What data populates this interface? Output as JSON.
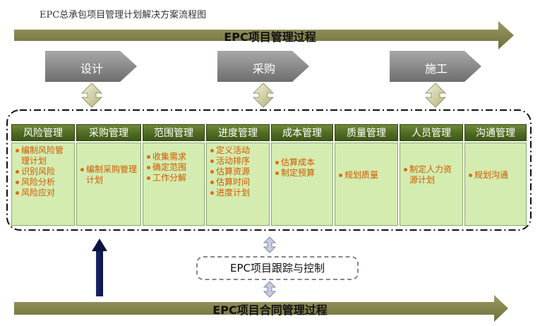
{
  "title": "EPC总承包项目管理计划解决方案流程图",
  "top_bar": "EPC项目管理过程",
  "phases": [
    "设计",
    "采购",
    "施工"
  ],
  "columns": [
    {
      "head": "风险管理",
      "items": [
        "编制风险管理计划",
        "识别风险",
        "风险分析",
        "风险应对"
      ]
    },
    {
      "head": "采购管理",
      "items": [
        "编制采购管理计划"
      ]
    },
    {
      "head": "范围管理",
      "items": [
        "收集需求",
        "确定范围",
        "工作分解"
      ]
    },
    {
      "head": "进度管理",
      "items": [
        "定义活动",
        "活动排序",
        "估算资源",
        "估算时间",
        "进度计划"
      ]
    },
    {
      "head": "成本管理",
      "items": [
        "估算成本",
        "制定预算"
      ]
    },
    {
      "head": "质量管理",
      "items": [
        "规划质量"
      ]
    },
    {
      "head": "人员管理",
      "items": [
        "制定人力资源计划"
      ]
    },
    {
      "head": "沟通管理",
      "items": [
        "规划沟通"
      ]
    }
  ],
  "tracking": "EPC项目跟踪与控制",
  "bottom_bar": "EPC项目合同管理过程",
  "colors": {
    "bar": "#8a8a52",
    "phase": "#8c8c8c",
    "header": "#556f28",
    "body": "#d4ecb0",
    "bullet_text": "#d05a00"
  }
}
